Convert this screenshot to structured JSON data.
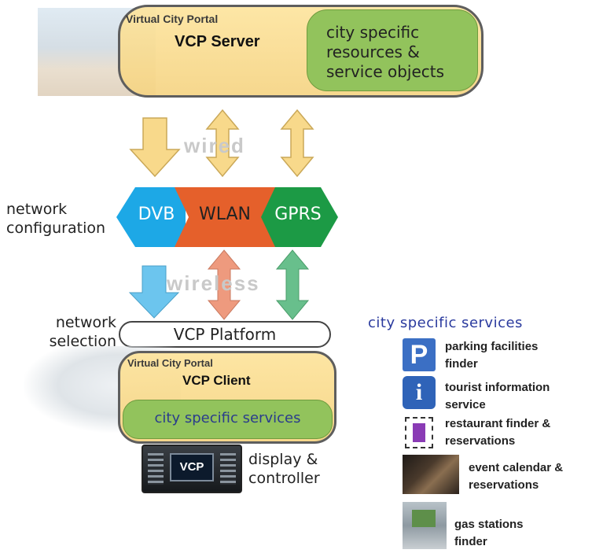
{
  "server": {
    "portal_label": "Virtual City Portal",
    "title": "VCP Server",
    "resources_label": [
      "city specific",
      "resources &",
      "service objects"
    ]
  },
  "connections": {
    "wired_label": "wired",
    "wireless_label": "wireless"
  },
  "network": {
    "config_label": [
      "network",
      "configuration"
    ],
    "selection_label": [
      "network",
      "selection"
    ],
    "dvb": "DVB",
    "wlan": "WLAN",
    "gprs": "GPRS"
  },
  "platform": {
    "label": "VCP Platform"
  },
  "client": {
    "portal_label": "Virtual City Portal",
    "title": "VCP Client",
    "services_label": "city specific services"
  },
  "display": {
    "screen_label": "VCP",
    "caption": [
      "display &",
      "controller"
    ]
  },
  "services_panel": {
    "title": "city specific services",
    "items": [
      {
        "icon": "parking-icon",
        "glyph": "P",
        "label": [
          "parking facilities",
          "finder"
        ]
      },
      {
        "icon": "info-icon",
        "glyph": "i",
        "label": [
          "tourist information",
          "service"
        ]
      },
      {
        "icon": "restaurant-icon",
        "label": [
          "restaurant finder &",
          "reservations"
        ]
      },
      {
        "icon": "event-photo-icon",
        "label": [
          "event calendar &",
          "reservations"
        ]
      },
      {
        "icon": "gas-station-photo-icon",
        "label": [
          "gas stations",
          "finder"
        ]
      }
    ]
  },
  "colors": {
    "server_fill": "#f8dc94",
    "green_fill": "#92c35c",
    "dvb": "#1da8e6",
    "wlan": "#e5602b",
    "gprs": "#1c9a45",
    "arrow_tan": "#f8d98b",
    "arrow_blue": "#6cc5ee",
    "arrow_salmon": "#ee9a7e",
    "arrow_green": "#68bf8c",
    "title_blue": "#2a3a9e"
  }
}
